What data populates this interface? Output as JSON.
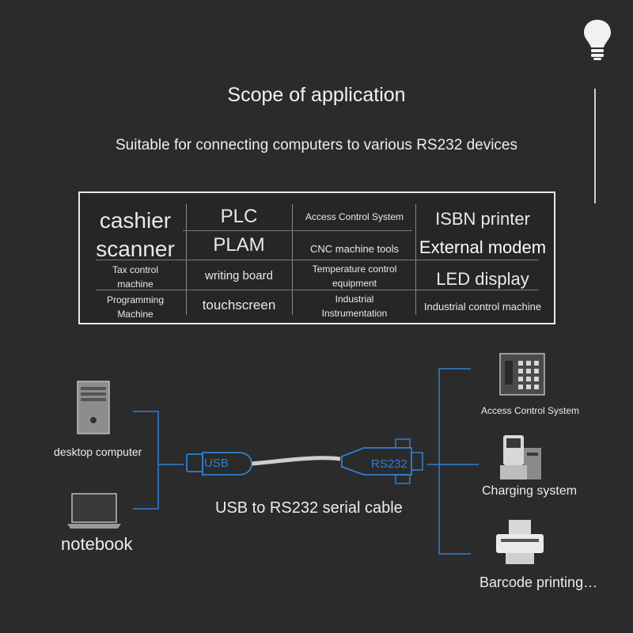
{
  "header": {
    "title": "Scope of application",
    "subtitle": "Suitable for connecting computers to various RS232 devices"
  },
  "devices_table": {
    "col1": [
      "cashier",
      "scanner",
      "Tax control",
      "machine",
      "Programming",
      "Machine"
    ],
    "col2": [
      "PLC",
      "PLAM",
      "writing board",
      "touchscreen"
    ],
    "col3": [
      "Access Control System",
      "CNC machine tools",
      "Temperature control",
      "equipment",
      "Industrial",
      "Instrumentation"
    ],
    "col4": [
      "ISBN printer",
      "External modem",
      "LED display",
      "Industrial control machine"
    ]
  },
  "diagram": {
    "left_devices": [
      {
        "label": "desktop computer",
        "icon": "desktop-tower-icon"
      },
      {
        "label": "notebook",
        "icon": "laptop-icon"
      }
    ],
    "cable": {
      "usb_label": "USB",
      "rs232_label": "RS232",
      "caption": "USB to RS232 serial cable"
    },
    "right_devices": [
      {
        "label": "Access Control System",
        "icon": "keypad-icon"
      },
      {
        "label": "Charging system",
        "icon": "pos-terminal-icon"
      },
      {
        "label": "Barcode printing…",
        "icon": "printer-icon"
      }
    ]
  },
  "colors": {
    "background": "#2b2b2b",
    "connector_lines": "#2f7fd6",
    "text": "#ececec"
  },
  "decor": {
    "lightbulb": "lightbulb-icon"
  }
}
